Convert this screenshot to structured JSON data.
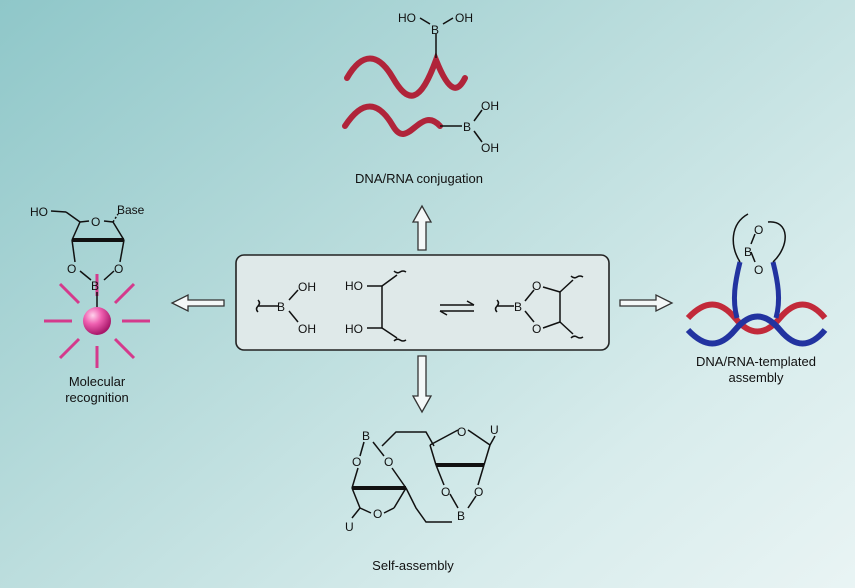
{
  "labels": {
    "conjugation": "DNA/RNA conjugation",
    "recognition_line1": "Molecular",
    "recognition_line2": "recognition",
    "templated_line1": "DNA/RNA-templated",
    "templated_line2": "assembly",
    "self_assembly": "Self-assembly"
  },
  "atoms": {
    "boron": "B",
    "oxygen": "O",
    "hydroxyl": "OH",
    "hydroxyl_left": "HO",
    "base": "Base",
    "uracil": "U"
  },
  "colors": {
    "strand": "#b0243a",
    "strand_blue": "#2233a0",
    "sphere": "#e0409a",
    "spokes": "#d43a8c"
  }
}
